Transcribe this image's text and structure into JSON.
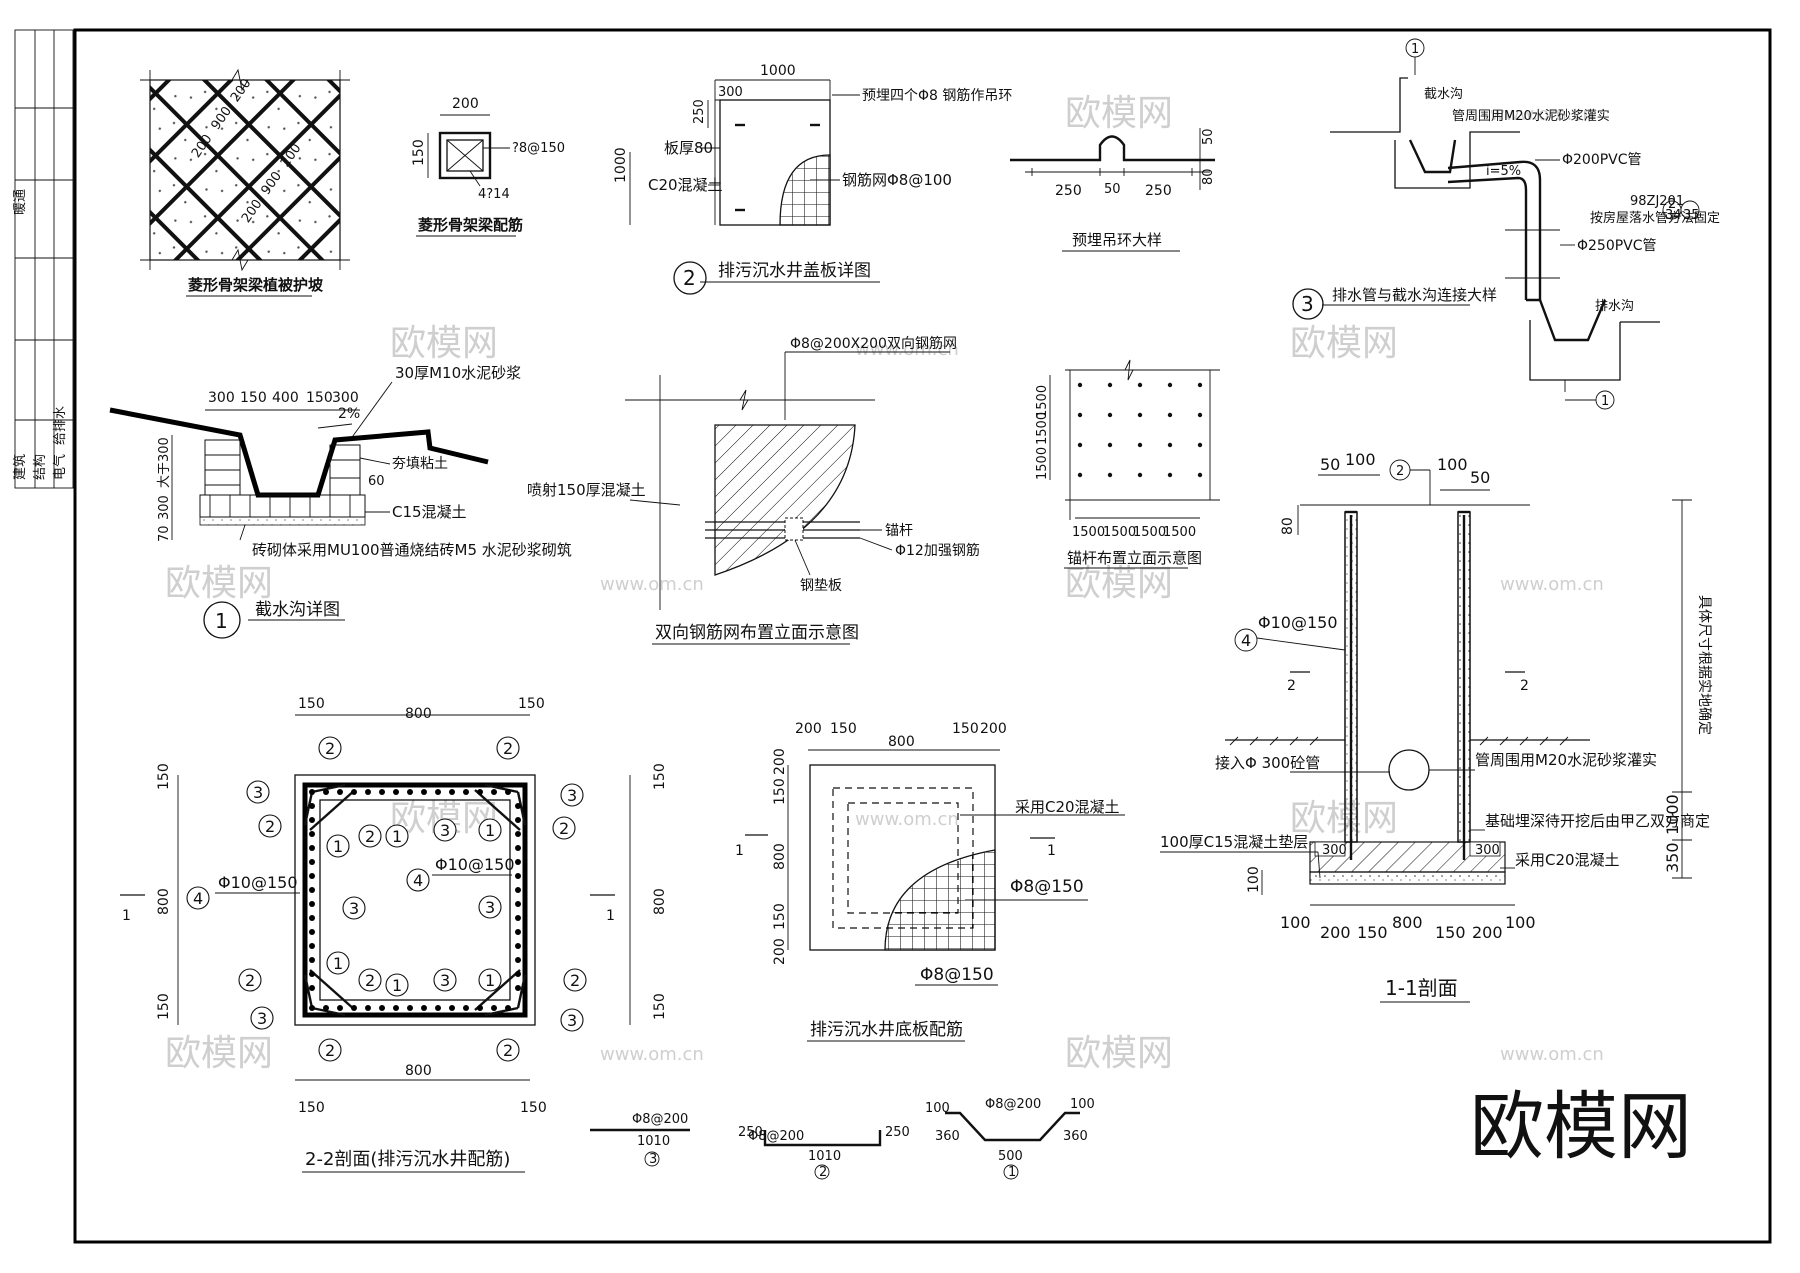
{
  "watermark": {
    "brand": "欧模网",
    "site": "www.om.cn"
  },
  "title_strip": {
    "r1": "建筑",
    "r2": "结构",
    "r3": "电气",
    "r4": "给排水",
    "r5": "暖通"
  },
  "d_slope": {
    "title": "菱形骨架梁植被护坡",
    "dims": [
      "200",
      "900",
      "200",
      "200",
      "900",
      "200"
    ]
  },
  "d_beam": {
    "title": "菱形骨架梁配筋",
    "w": "200",
    "h": "150",
    "stirrup": "?8@150",
    "bars": "4?14"
  },
  "d_cover": {
    "title": "排污沉水井盖板详图",
    "num": "2",
    "dim_w": "1000",
    "dim_300": "300",
    "dim_250": "250",
    "dim_h": "1000",
    "thk": "板厚80",
    "conc": "C20混凝土",
    "ring": "预埋四个Φ8 钢筋作吊环",
    "mesh": "钢筋网Φ8@100"
  },
  "d_ring": {
    "title": "预埋吊环大样",
    "d250a": "250",
    "d50": "50",
    "d250b": "250",
    "v50": "50",
    "v80": "80"
  },
  "d_pipe": {
    "title": "排水管与截水沟连接大样",
    "num": "3",
    "ditch": "截水沟",
    "grout": "管周围用M20水泥砂浆灌实",
    "pvc200": "Φ200PVC管",
    "slope": "i=5%",
    "ref": "98ZJ201",
    "ref_a": "34",
    "ref_b": "35",
    "ref_c": "2",
    "fix": "按房屋落水管方法固定",
    "pvc250": "Φ250PVC管",
    "outlet": "排水沟",
    "mark": "1"
  },
  "d_ditch": {
    "title": "截水沟详图",
    "num": "1",
    "top_dims": [
      "300",
      "150",
      "400",
      "150",
      "300"
    ],
    "mortar": "30厚M10水泥砂浆",
    "slope": "2%",
    "soil": "夯填粘土",
    "d60": "60",
    "c15": "C15混凝土",
    "v_gt300": "大于300",
    "v300": "300",
    "v70": "70",
    "brick": "砖砌体采用MU100普通烧结砖M5 水泥砂浆砌筑"
  },
  "d_mesh": {
    "title": "双向钢筋网布置立面示意图",
    "top": "Φ8@200X200双向钢筋网",
    "shot": "喷射150厚混凝土",
    "anchor": "锚杆",
    "rebar": "Φ12加强钢筋",
    "plate": "钢垫板"
  },
  "d_anchor": {
    "title": "锚杆布置立面示意图",
    "vdims": [
      "1500",
      "1500",
      "1500"
    ],
    "hdims": [
      "1500",
      "1500",
      "1500",
      "1500"
    ]
  },
  "d_sec22": {
    "title": "2-2剖面(排污沉水井配筋)",
    "d150": "150",
    "d800": "800",
    "bar": "Φ10@150",
    "cut": "1",
    "n1": "1",
    "n2": "2",
    "n3": "3",
    "n4": "4"
  },
  "d_bottom": {
    "title": "排污沉水井底板配筋",
    "top_dims": [
      "200",
      "150",
      "800",
      "150",
      "200"
    ],
    "left_dims": [
      "200",
      "150",
      "800",
      "150",
      "200"
    ],
    "conc": "采用C20混凝土",
    "bar_a": "Φ8@150",
    "bar_b": "Φ8@150",
    "cut": "1"
  },
  "d_sec11": {
    "title": "1-1剖面",
    "d50": "50",
    "d100": "100",
    "v80": "80",
    "bar": "Φ10@150",
    "n4": "4",
    "n2": "2",
    "cut": "2",
    "pipe": "接入Φ 300砼管",
    "grout": "管周围用M20水泥砂浆灌实",
    "found": "基础埋深待开挖后由甲乙双方商定",
    "pad": "100厚C15混凝土垫层",
    "conc": "采用C20混凝土",
    "base300": "300",
    "side": "具体尺寸根据实地确定",
    "v1000": "1000",
    "v350": "350",
    "v100": "100",
    "bottom_dims": [
      "100",
      "200",
      "150",
      "800",
      "150",
      "200",
      "100"
    ]
  },
  "bars": {
    "b3": {
      "label": "Φ8@200",
      "len": "1010",
      "num": "3"
    },
    "b2": {
      "label": "Φ8@200",
      "len": "1010",
      "end": "250",
      "num": "2"
    },
    "b1": {
      "label": "Φ8@200",
      "len": "500",
      "top": "100",
      "side": "360",
      "num": "1"
    }
  }
}
